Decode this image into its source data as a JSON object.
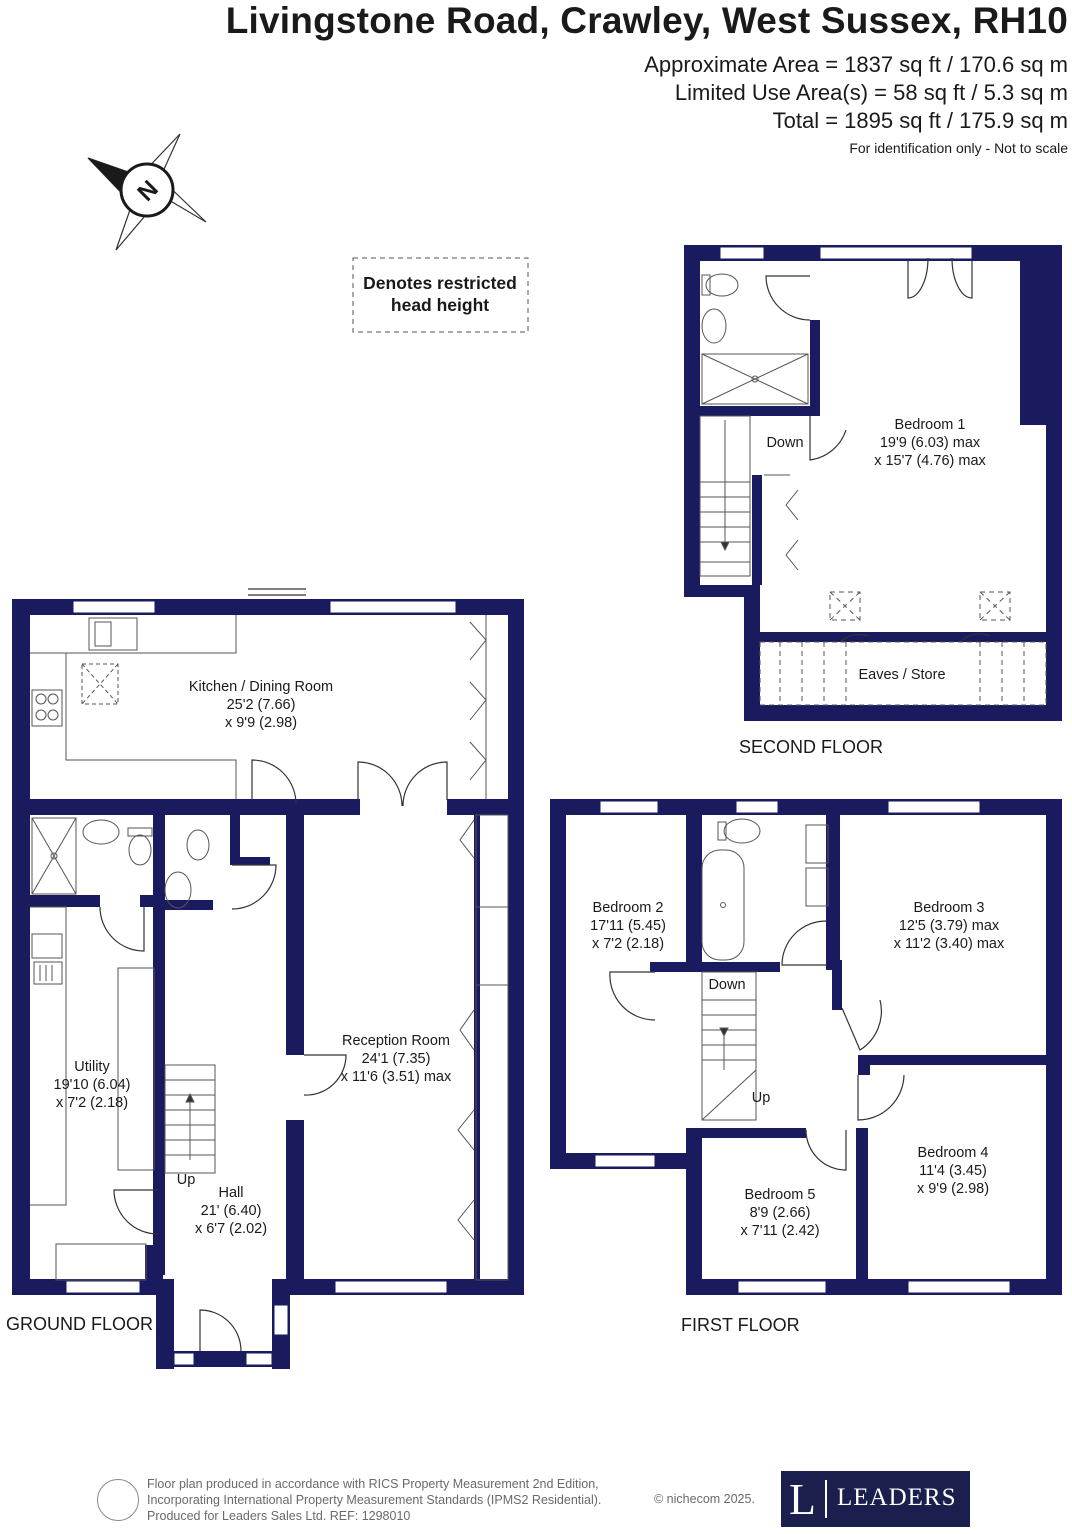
{
  "header": {
    "title": "Livingstone Road, Crawley, West Sussex, RH10",
    "approx_area": "Approximate Area = 1837 sq ft / 170.6 sq m",
    "limited_use": "Limited Use Area(s) = 58 sq ft / 5.3 sq m",
    "total": "Total = 1895 sq ft / 175.9 sq m",
    "disclaimer": "For identification only - Not to scale"
  },
  "compass": {
    "letter": "N",
    "icon": "compass-north-icon"
  },
  "legend": {
    "line1": "Denotes restricted",
    "line2": "head height"
  },
  "floors": {
    "ground": "GROUND FLOOR",
    "first": "FIRST FLOOR",
    "second": "SECOND FLOOR"
  },
  "rooms": {
    "kitchen": {
      "name": "Kitchen / Dining Room",
      "dim1": "25'2 (7.66)",
      "dim2": "x 9'9 (2.98)"
    },
    "utility": {
      "name": "Utility",
      "dim1": "19'10 (6.04)",
      "dim2": "x 7'2 (2.18)"
    },
    "reception": {
      "name": "Reception Room",
      "dim1": "24'1 (7.35)",
      "dim2": "x 11'6 (3.51) max"
    },
    "hall": {
      "name": "Hall",
      "dim1": "21' (6.40)",
      "dim2": "x 6'7 (2.02)"
    },
    "bedroom1": {
      "name": "Bedroom 1",
      "dim1": "19'9 (6.03) max",
      "dim2": "x 15'7 (4.76) max"
    },
    "bedroom2": {
      "name": "Bedroom 2",
      "dim1": "17'11 (5.45)",
      "dim2": "x 7'2 (2.18)"
    },
    "bedroom3": {
      "name": "Bedroom 3",
      "dim1": "12'5 (3.79) max",
      "dim2": "x 11'2 (3.40) max"
    },
    "bedroom4": {
      "name": "Bedroom 4",
      "dim1": "11'4 (3.45)",
      "dim2": "x 9'9 (2.98)"
    },
    "bedroom5": {
      "name": "Bedroom 5",
      "dim1": "8'9 (2.66)",
      "dim2": "x 7'11 (2.42)"
    },
    "eaves": {
      "name": "Eaves / Store"
    }
  },
  "stairs": {
    "ground_up": "Up",
    "first_down": "Down",
    "first_up": "Up",
    "second_down": "Down"
  },
  "footer": {
    "line1": "Floor plan produced in accordance with RICS Property Measurement 2nd Edition,",
    "line2": "Incorporating International Property Measurement Standards (IPMS2 Residential).",
    "line3": "Produced for Leaders Sales Ltd.   REF:  1298010",
    "credit": "© nichecom 2025.",
    "brand_letter": "L",
    "brand_name": "LEADERS"
  },
  "colors": {
    "wall": "#1a1a5e",
    "brand": "#1a1f4d"
  }
}
